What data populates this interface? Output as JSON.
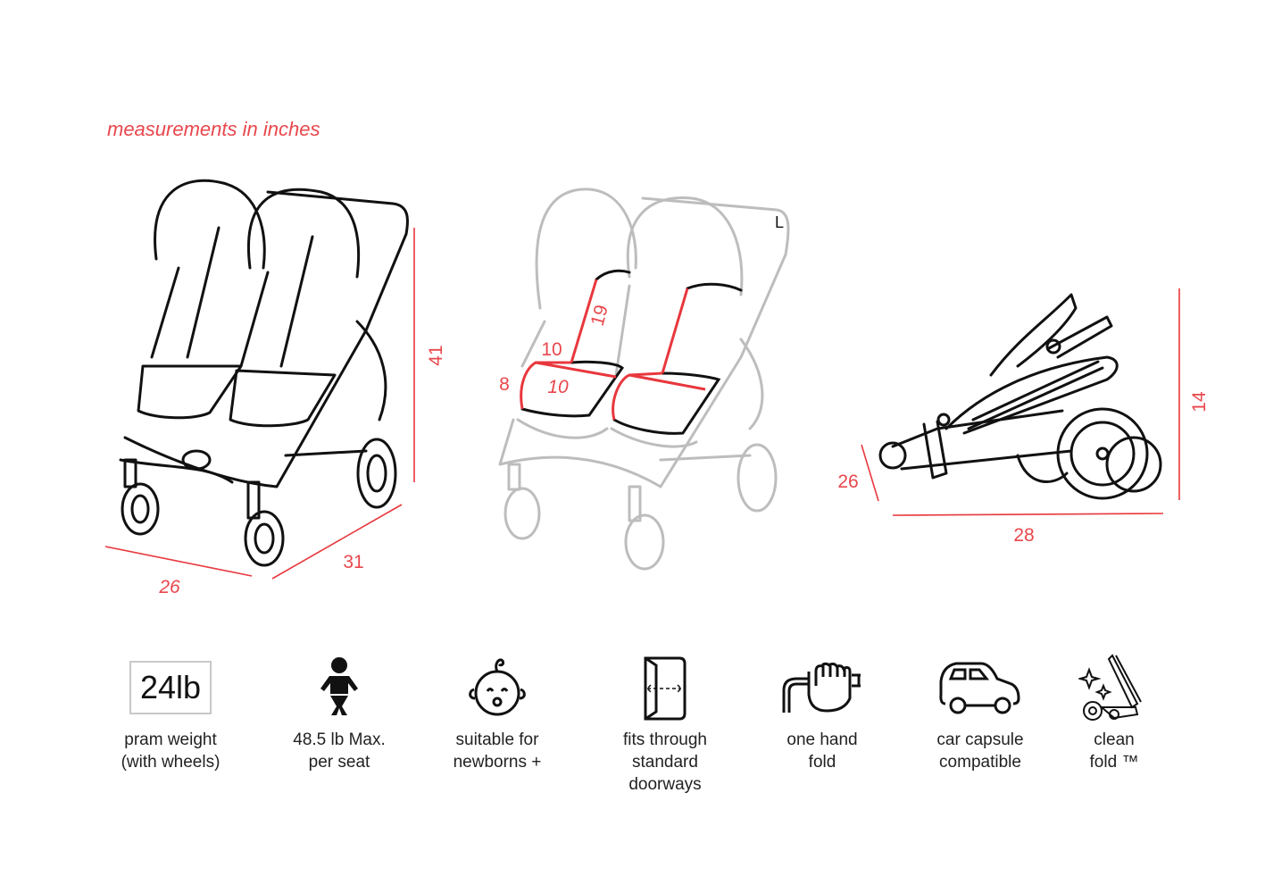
{
  "note": "measurements in inches",
  "colors": {
    "accent": "#e8373d",
    "line": "#111111",
    "ghost": "#bdbdbd"
  },
  "dimensions": {
    "open": {
      "height": "41",
      "width": "26",
      "depth": "31"
    },
    "seat": {
      "backrest": "19",
      "seat_width": "10",
      "seat_depth": "10",
      "side": "8",
      "corner_mark": "L"
    },
    "folded": {
      "height": "14",
      "length": "28",
      "width": "26"
    }
  },
  "features": [
    {
      "icon": "weight-box-icon",
      "badge": "24lb",
      "lines": [
        "pram weight",
        "(with wheels)"
      ]
    },
    {
      "icon": "baby-figure-icon",
      "lines": [
        "48.5 lb Max.",
        "per seat"
      ]
    },
    {
      "icon": "baby-face-icon",
      "lines": [
        "suitable for",
        "newborns +"
      ]
    },
    {
      "icon": "doorway-icon",
      "lines": [
        "fits through",
        "standard",
        "doorways"
      ]
    },
    {
      "icon": "hand-fold-icon",
      "lines": [
        "one hand",
        "fold"
      ]
    },
    {
      "icon": "car-icon",
      "lines": [
        "car capsule",
        "compatible"
      ]
    },
    {
      "icon": "clean-fold-icon",
      "lines": [
        "clean",
        "fold ™"
      ]
    }
  ]
}
